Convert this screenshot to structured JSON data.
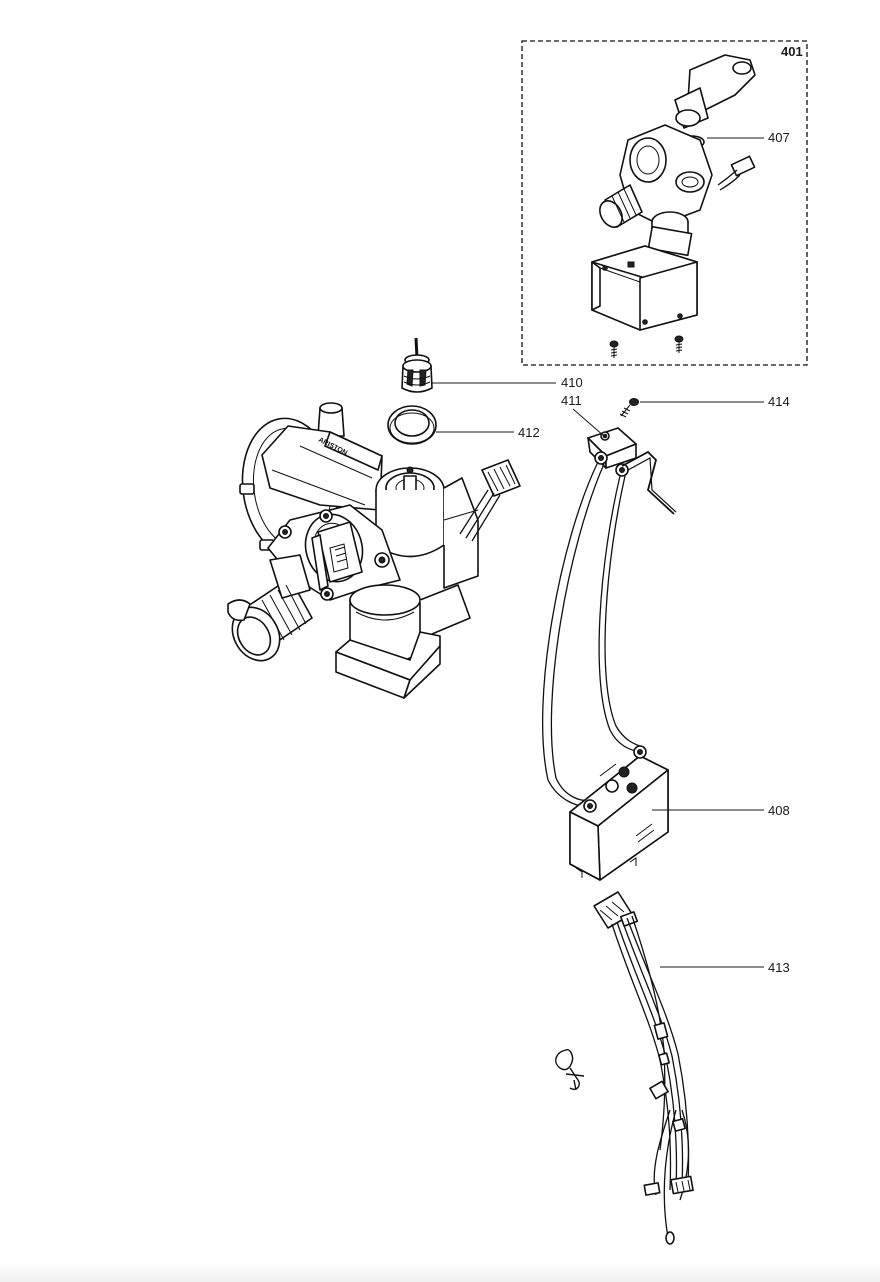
{
  "diagram": {
    "brand_text": "ARISTON",
    "inset_box": {
      "label": "401",
      "border_style": "dashed"
    },
    "callouts": [
      {
        "id": "401",
        "text": "401"
      },
      {
        "id": "407",
        "text": "407"
      },
      {
        "id": "410",
        "text": "410"
      },
      {
        "id": "411",
        "text": "411"
      },
      {
        "id": "414",
        "text": "414"
      },
      {
        "id": "408",
        "text": "408"
      },
      {
        "id": "412",
        "text": "412"
      },
      {
        "id": "413",
        "text": "413"
      }
    ],
    "colors": {
      "line": "#111111",
      "background": "#ffffff"
    }
  }
}
